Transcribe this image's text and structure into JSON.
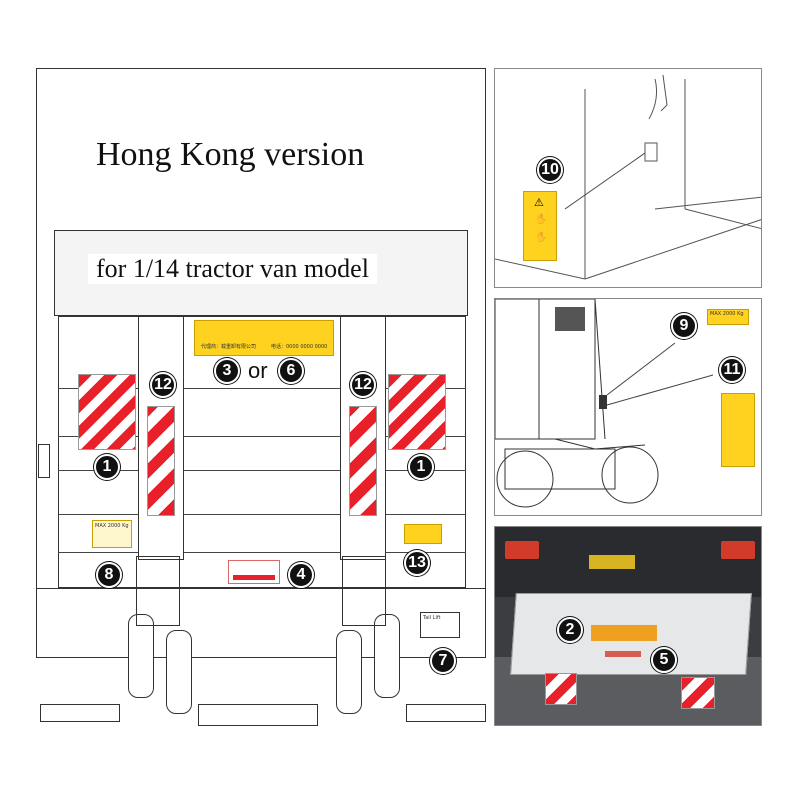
{
  "title_main": "Hong Kong version",
  "title_sub": "for 1/14 tractor van model",
  "connector_word": "or",
  "callouts": {
    "c1": "1",
    "c2": "2",
    "c3": "3",
    "c4": "4",
    "c5": "5",
    "c6": "6",
    "c7": "7",
    "c8": "8",
    "c9": "9",
    "c10": "10",
    "c11": "11",
    "c12": "12",
    "c13": "13"
  },
  "colors": {
    "warning_yellow": "#ffd21f",
    "stripe_red": "#e8202a",
    "badge_black": "#111111",
    "line_gray": "#444444"
  },
  "label_texts": {
    "top_plate_left": "代理商：载重卸有限公司",
    "top_plate_right": "电话：0000 0000 0000",
    "max_load_8": "MAX 2000 Kg",
    "max_load_9": "MAX 2000 Kg",
    "plate_7": "Tail Lift"
  }
}
